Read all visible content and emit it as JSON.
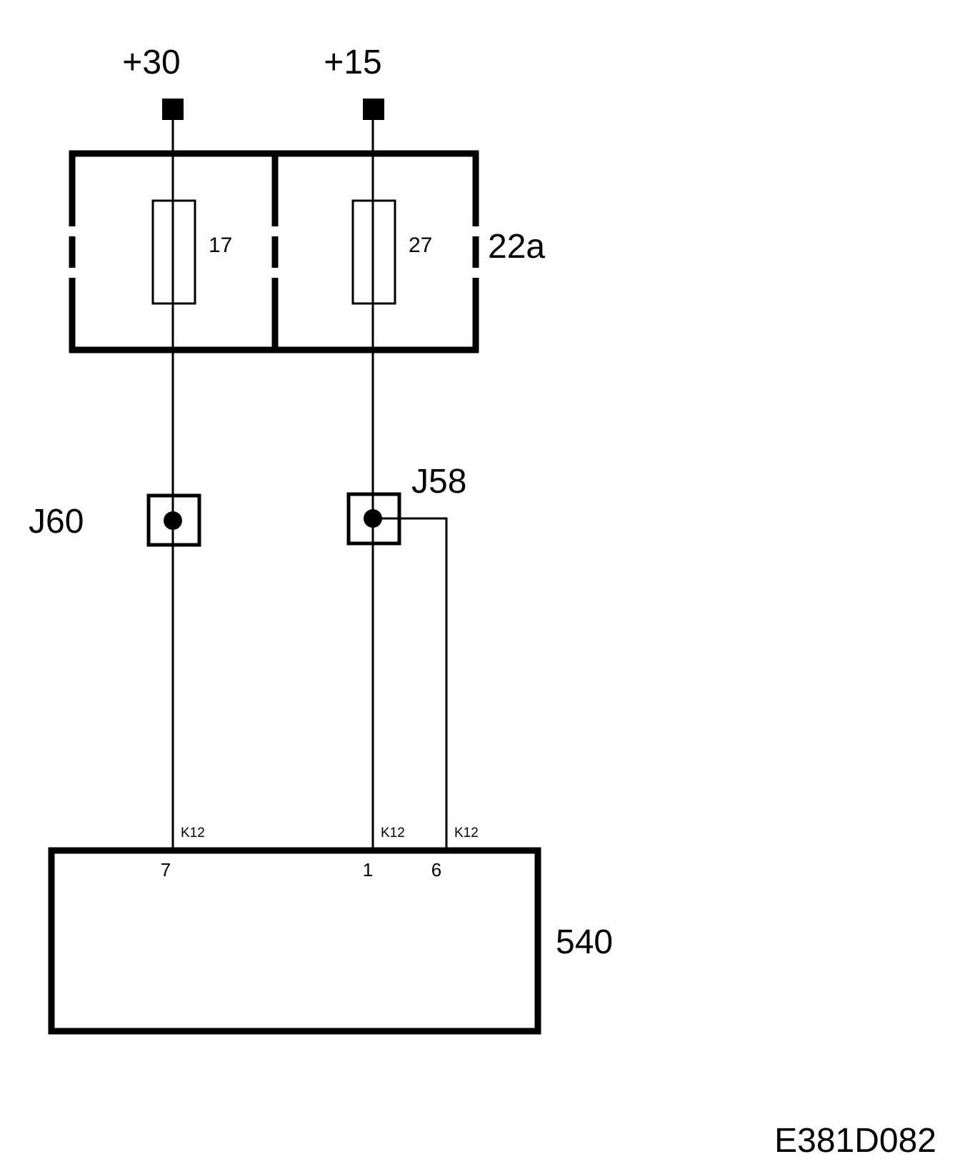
{
  "supply": {
    "terminal_30": "+30",
    "terminal_15": "+15"
  },
  "fuse_box": {
    "id": "22a",
    "fuse_left": "17",
    "fuse_right": "27"
  },
  "junctions": {
    "left": "J60",
    "right": "J58"
  },
  "module": {
    "id": "540",
    "connector_left": "K12",
    "connector_mid": "K12",
    "connector_right": "K12",
    "pin_left": "7",
    "pin_mid": "1",
    "pin_right": "6"
  },
  "diagram_code": "E381D082"
}
